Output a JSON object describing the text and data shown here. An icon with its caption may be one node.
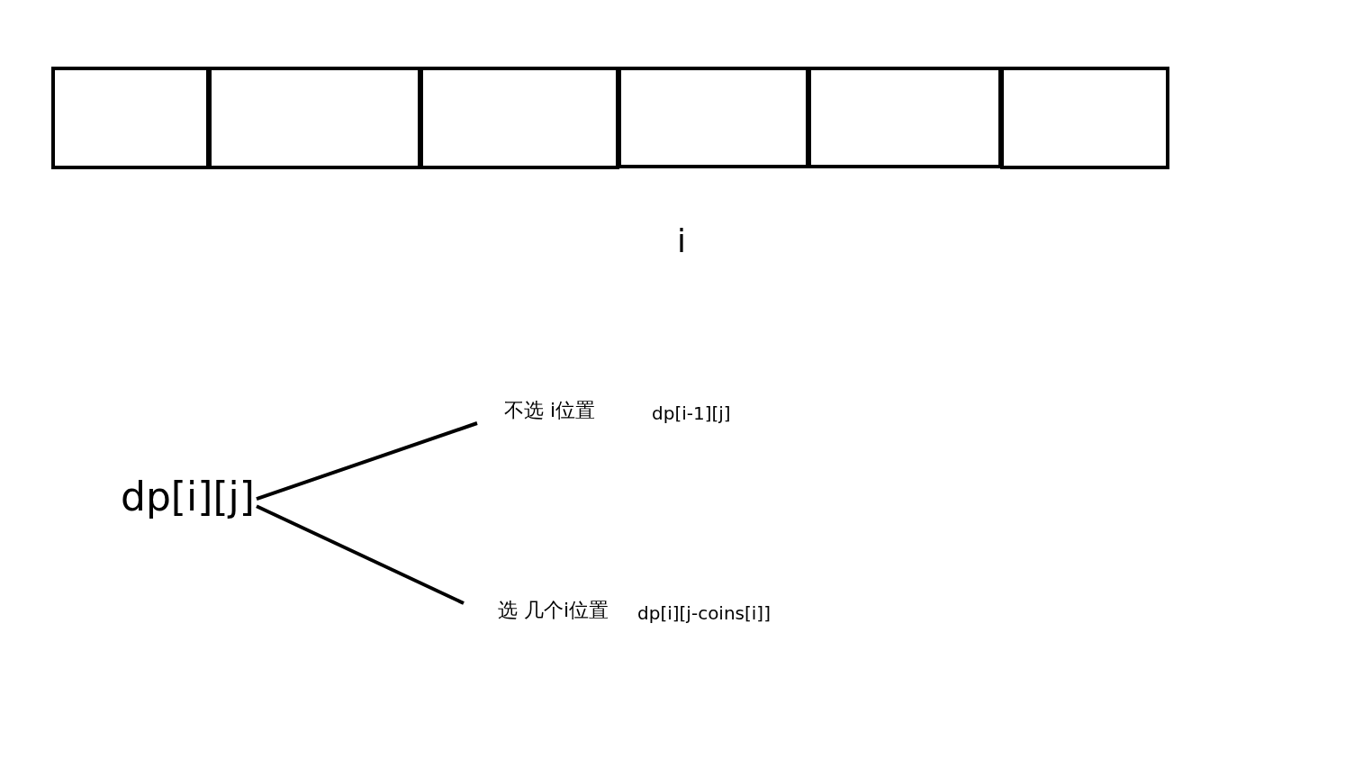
{
  "diagram": {
    "nodes": [
      {
        "text": [],
        "shape": "box"
      },
      {
        "text": [],
        "shape": "box"
      },
      {
        "text": [],
        "shape": "box"
      },
      {
        "text": [],
        "shape": "box"
      },
      {
        "text": [],
        "shape": "box"
      },
      {
        "text": [],
        "shape": "box"
      },
      {
        "text": [
          "dp[i][j]"
        ]
      },
      {
        "text": [
          "不选 i位置"
        ],
        "beside": [
          "dp[i-1][j]"
        ]
      },
      {
        "text": [
          "选 几个i位置"
        ],
        "beside": [
          "dp[i][j-coins[i]]"
        ]
      }
    ],
    "edges": [
      {
        "from": 6,
        "to": 7,
        "arrow": "none"
      },
      {
        "from": 6,
        "to": 8,
        "arrow": "none"
      }
    ],
    "labels": [
      "i"
    ]
  }
}
